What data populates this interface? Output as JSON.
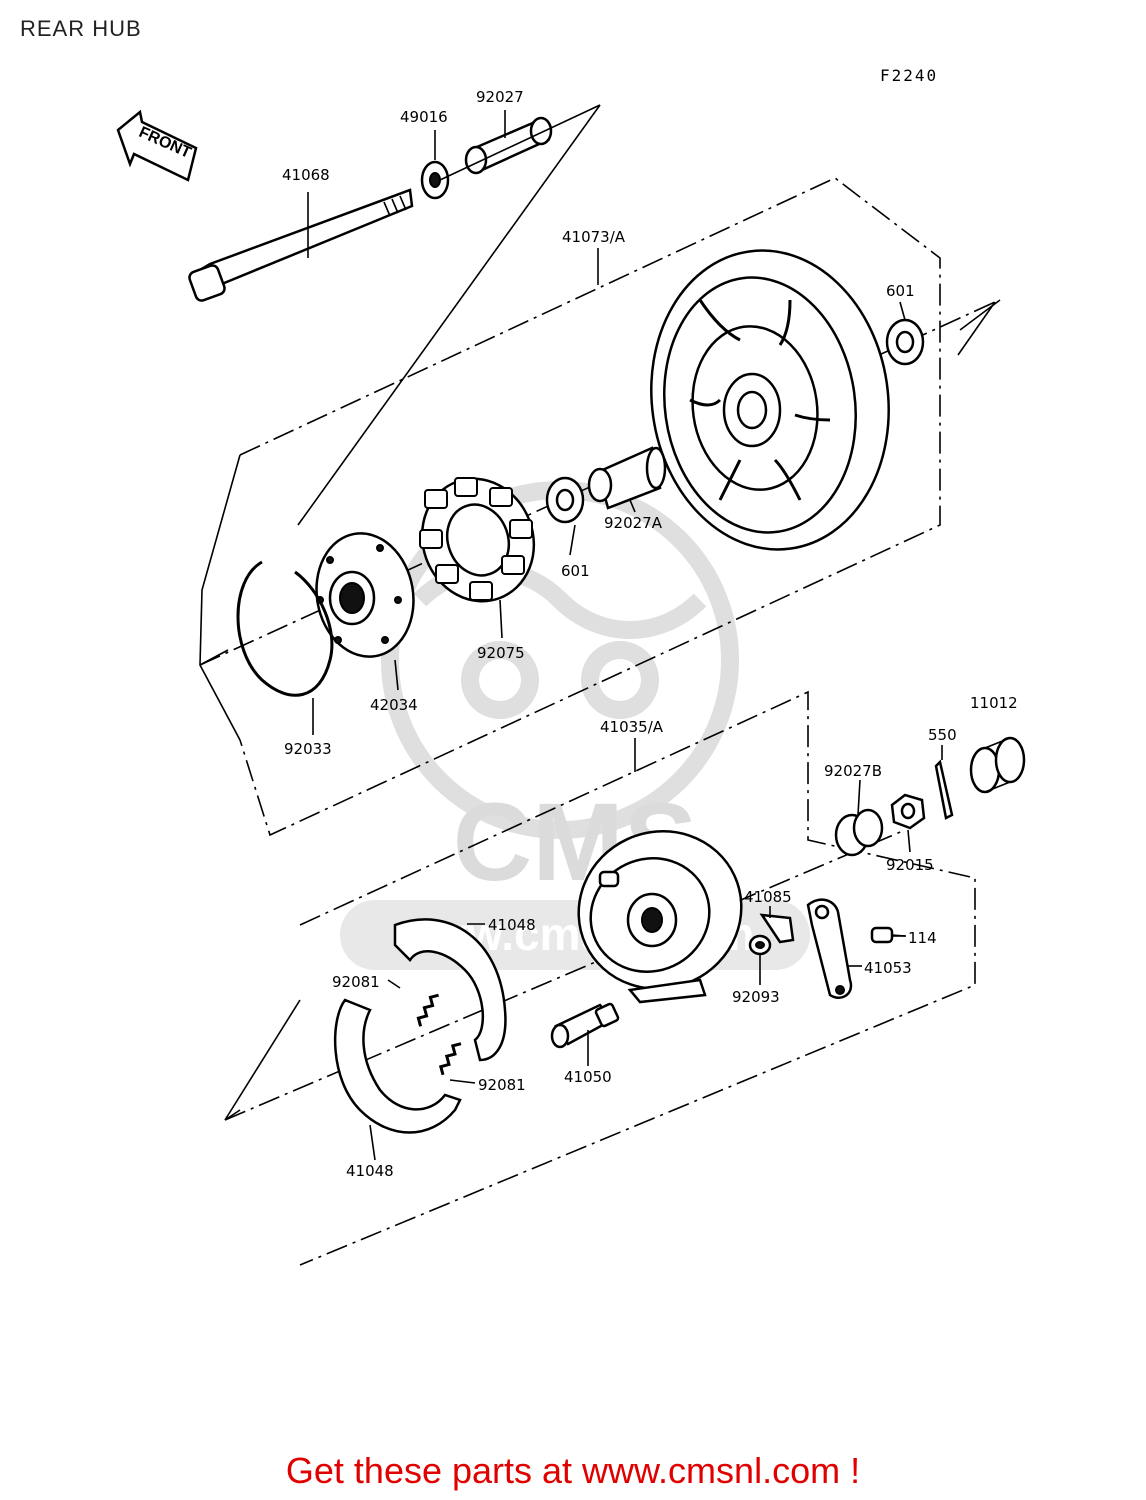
{
  "title": "REAR HUB",
  "figure_code": "F2240",
  "front_label": "FRONT",
  "footer": "Get these parts at www.cmsnl.com !",
  "watermark": {
    "text": "CMS",
    "url_text": "www.cmsnl.com"
  },
  "parts": {
    "p41068": "41068",
    "p49016": "49016",
    "p92027": "92027",
    "p41073": "41073/A",
    "p601a": "601",
    "p601b": "601",
    "p92027A": "92027A",
    "p92075": "92075",
    "p42034": "42034",
    "p92033": "92033",
    "p41035": "41035/A",
    "p11012": "11012",
    "p550": "550",
    "p92027B": "92027B",
    "p92015": "92015",
    "p41085": "41085",
    "p114": "114",
    "p41053": "41053",
    "p92093": "92093",
    "p41048a": "41048",
    "p41048b": "41048",
    "p92081a": "92081",
    "p92081b": "92081",
    "p41050": "41050"
  },
  "colors": {
    "footer": "#e00000",
    "lines": "#000000",
    "watermark": "#dcdcdc"
  }
}
